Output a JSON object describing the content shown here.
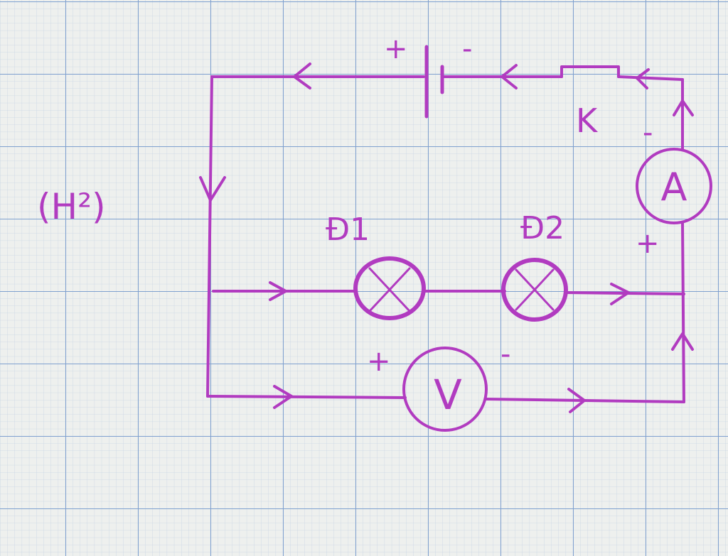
{
  "figure_label": "(H²)",
  "labels": {
    "lamp1": "Đ1",
    "lamp2": "Đ2",
    "switch": "K",
    "ammeter": "A",
    "voltmeter": "V"
  },
  "signs": {
    "battery_plus": "+",
    "battery_minus": "-",
    "ammeter_minus": "-",
    "ammeter_plus": "+",
    "voltmeter_plus": "+",
    "voltmeter_minus": "-"
  },
  "colors": {
    "ink": "#b13bc0",
    "paper": "#eef0ee",
    "grid_minor": "#c7d4e3",
    "grid_major": "#7e9fcd"
  }
}
